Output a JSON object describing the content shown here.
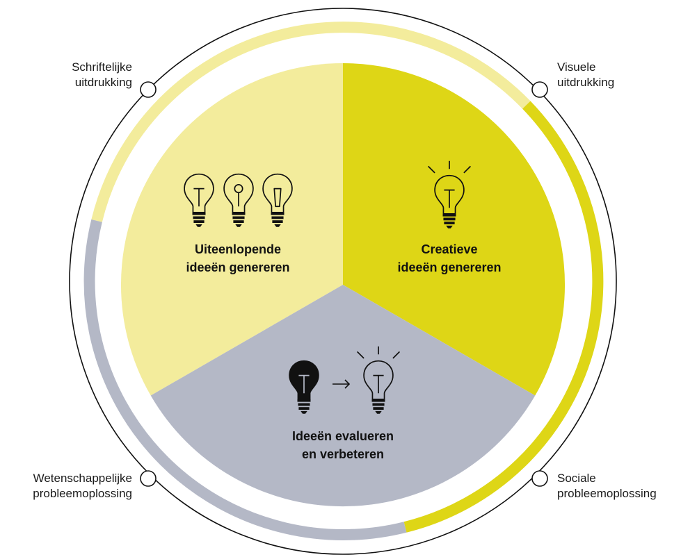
{
  "colors": {
    "light_yellow": "#f3ec9c",
    "yellow": "#ded616",
    "gray": "#b4b8c6",
    "outline": "#111111",
    "background": "#ffffff"
  },
  "segments": {
    "top_left": {
      "line1": "Uiteenlopende",
      "line2": "ideeën genereren",
      "icons": [
        "lightbulb-filament-icon",
        "lightbulb-round-filament-icon",
        "lightbulb-trapezoid-filament-icon"
      ]
    },
    "top_right": {
      "line1": "Creatieve",
      "line2": "ideeën genereren",
      "icons": [
        "lightbulb-shining-icon"
      ]
    },
    "bottom": {
      "line1": "Ideeën evalueren",
      "line2": "en verbeteren",
      "icons": [
        "lightbulb-filled-icon",
        "arrow-right-icon",
        "lightbulb-shining-icon"
      ]
    }
  },
  "outer_labels": {
    "top_left": {
      "line1": "Schriftelijke",
      "line2": "uitdrukking"
    },
    "top_right": {
      "line1": "Visuele",
      "line2": "uitdrukking"
    },
    "bottom_left": {
      "line1": "Wetenschappelijke",
      "line2": "probleemoplossing"
    },
    "bottom_right": {
      "line1": "Sociale",
      "line2": "probleemoplossing"
    }
  }
}
